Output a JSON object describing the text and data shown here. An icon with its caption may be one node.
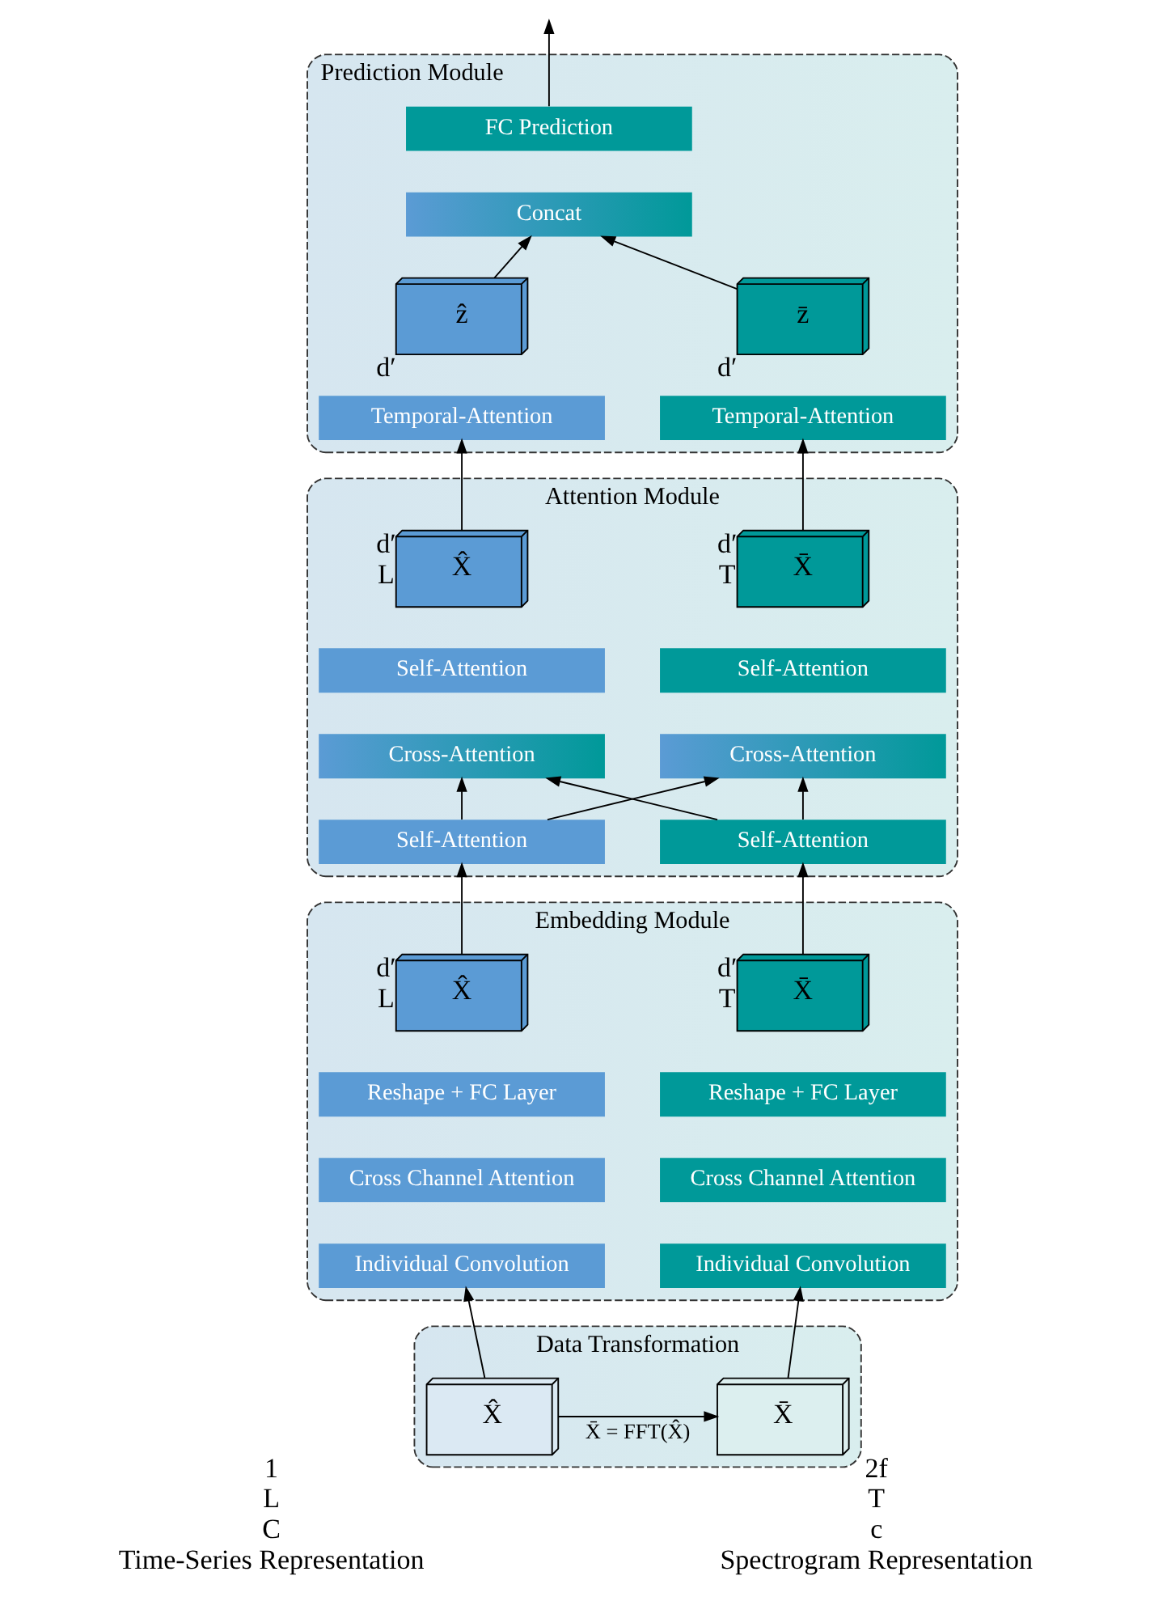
{
  "diagram": {
    "nodes": [
      {
        "text": [
          "Prediction Module"
        ]
      },
      {
        "text": [
          "FC Prediction"
        ],
        "in": 0
      },
      {
        "text": [
          "Concat"
        ],
        "in": 0
      },
      {
        "text": [
          "ẑ"
        ],
        "in": 0,
        "beside": [
          "d′"
        ]
      },
      {
        "text": [
          "z̄"
        ],
        "in": 0,
        "beside": [
          "d′"
        ]
      },
      {
        "text": [
          "Temporal-Attention"
        ],
        "in": 0
      },
      {
        "text": [
          "Temporal-Attention"
        ],
        "in": 0
      },
      {
        "text": [
          "Attention Module"
        ]
      },
      {
        "text": [
          "X̂"
        ],
        "in": 7,
        "beside": [
          "d′",
          "L"
        ]
      },
      {
        "text": [
          "X̄"
        ],
        "in": 7,
        "beside": [
          "d′",
          "T"
        ]
      },
      {
        "text": [
          "Self-Attention"
        ],
        "in": 7
      },
      {
        "text": [
          "Self-Attention"
        ],
        "in": 7
      },
      {
        "text": [
          "Cross-Attention"
        ],
        "in": 7
      },
      {
        "text": [
          "Cross-Attention"
        ],
        "in": 7
      },
      {
        "text": [
          "Self-Attention"
        ],
        "in": 7
      },
      {
        "text": [
          "Self-Attention"
        ],
        "in": 7
      },
      {
        "text": [
          "Embedding Module"
        ]
      },
      {
        "text": [
          "X̂"
        ],
        "in": 16,
        "beside": [
          "d′",
          "L"
        ]
      },
      {
        "text": [
          "X̄"
        ],
        "in": 16,
        "beside": [
          "d′",
          "T"
        ]
      },
      {
        "text": [
          "Reshape + FC Layer"
        ],
        "in": 16
      },
      {
        "text": [
          "Reshape + FC Layer"
        ],
        "in": 16
      },
      {
        "text": [
          "Cross Channel Attention"
        ],
        "in": 16
      },
      {
        "text": [
          "Cross Channel Attention"
        ],
        "in": 16
      },
      {
        "text": [
          "Individual Convolution"
        ],
        "in": 16
      },
      {
        "text": [
          "Individual Convolution"
        ],
        "in": 16
      },
      {
        "text": [
          "Data Transformation"
        ]
      },
      {
        "text": [
          "X̂"
        ],
        "in": 25,
        "beside": [
          "1",
          "L",
          "C",
          "Time-Series Representation"
        ]
      },
      {
        "text": [
          "X̄"
        ],
        "in": 25,
        "beside": [
          "2f",
          "T",
          "c",
          "Spectrogram Representation"
        ]
      }
    ],
    "edges": [
      {
        "from": 1,
        "to": null,
        "arrow": "to"
      },
      {
        "from": 3,
        "to": 2,
        "arrow": "to"
      },
      {
        "from": 4,
        "to": 2,
        "arrow": "to"
      },
      {
        "from": 8,
        "to": 5,
        "arrow": "to"
      },
      {
        "from": 9,
        "to": 6,
        "arrow": "to"
      },
      {
        "from": 14,
        "to": 12,
        "arrow": "to"
      },
      {
        "from": 14,
        "to": 13,
        "arrow": "to"
      },
      {
        "from": 15,
        "to": 12,
        "arrow": "to"
      },
      {
        "from": 15,
        "to": 13,
        "arrow": "to"
      },
      {
        "from": 17,
        "to": 14,
        "arrow": "to"
      },
      {
        "from": 18,
        "to": 15,
        "arrow": "to"
      },
      {
        "from": 26,
        "to": 23,
        "arrow": "to"
      },
      {
        "from": 27,
        "to": 24,
        "arrow": "to"
      },
      {
        "from": 26,
        "to": 27,
        "label": "X̄ = FFT(X̂)",
        "arrow": "to"
      }
    ]
  }
}
